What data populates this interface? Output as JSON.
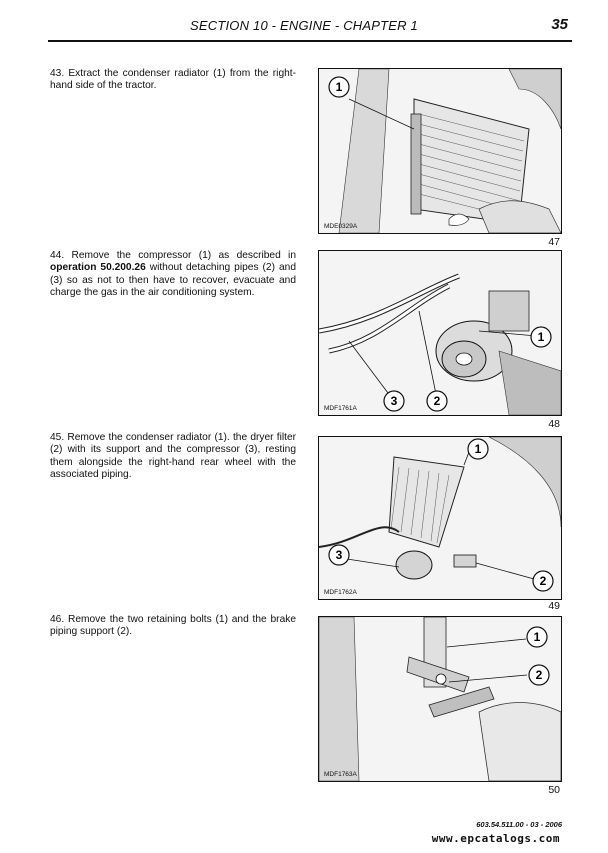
{
  "header": {
    "title": "SECTION 10 - ENGINE - CHAPTER 1",
    "page_number": "35"
  },
  "steps": [
    {
      "text_plain": "43. Extract the condenser radiator (1) from the right-hand side of the tractor.",
      "figure_code": "MDE0329A",
      "figure_number": "47",
      "callouts": [
        "1"
      ]
    },
    {
      "text_pre": "44. Remove the compressor (1) as described in ",
      "text_bold": "operation 50.200.26",
      "text_post": " without detaching pipes (2) and (3) so as not to then have to recover, evacuate and charge the gas in the air conditioning system.",
      "figure_code": "MDF1761A",
      "figure_number": "48",
      "callouts": [
        "1",
        "2",
        "3"
      ]
    },
    {
      "text_plain": "45. Remove the condenser radiator (1). the dryer filter (2) with its support and the compressor (3), resting them alongside the right-hand rear wheel with the associated piping.",
      "figure_code": "MDF1762A",
      "figure_number": "49",
      "callouts": [
        "1",
        "3",
        "2"
      ]
    },
    {
      "text_plain": "46. Remove the two retaining bolts (1) and the brake piping support (2).",
      "figure_code": "MDF1763A",
      "figure_number": "50",
      "callouts": [
        "1",
        "2"
      ]
    }
  ],
  "footer": {
    "doc_code": "603.54.511.00 - 03 - 2006",
    "url": "www.epcatalogs.com"
  }
}
